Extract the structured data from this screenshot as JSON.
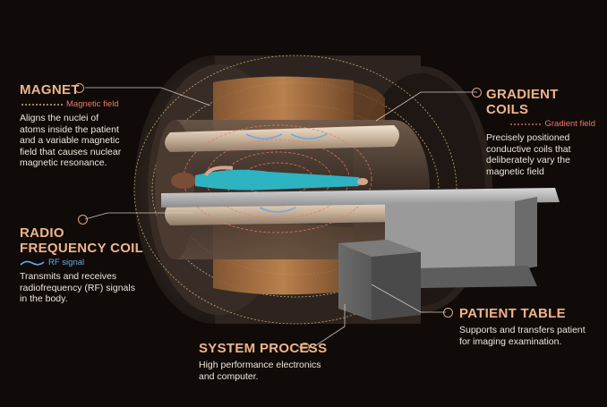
{
  "labels": {
    "magnet": {
      "title": "MAGNET",
      "legend": "Magnetic field",
      "desc": [
        "Aligns the nuclei of",
        "atoms inside the patient",
        "and a variable magnetic",
        "field that causes nuclear",
        "magnetic resonance."
      ]
    },
    "gradient": {
      "title": "GRADIENT COILS",
      "legend": "Gradient field",
      "desc": [
        "Precisely positioned",
        "conductive coils that",
        "deliberately vary the",
        "magnetic field"
      ]
    },
    "rf": {
      "title_lines": [
        "RADIO",
        "FREQUENCY COIL"
      ],
      "legend": "RF signal",
      "desc": [
        "Transmits and receives",
        "radiofrequency (RF) signals",
        "in the body."
      ]
    },
    "table": {
      "title": "PATIENT TABLE",
      "desc": [
        "Supports and transfers patient",
        "for imaging examination."
      ]
    },
    "system": {
      "title": "SYSTEM PROCESS",
      "desc": [
        "High performance electronics",
        "and computer."
      ]
    }
  },
  "colors": {
    "title": "#f0b48a",
    "text": "#ece6dd",
    "magnetic_field": "#e8d08a",
    "gradient_field": "#e8786a",
    "rf_signal": "#6aa6e6"
  }
}
